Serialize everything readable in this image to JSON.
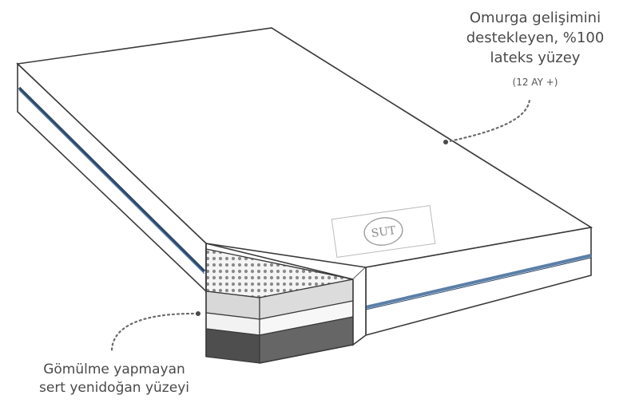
{
  "callouts": {
    "top": {
      "line1": "Omurga gelişimini",
      "line2": "destekleyen, %100",
      "line3": "lateks yüzey",
      "note": "(12 AY +)"
    },
    "bottom": {
      "line1": "Gömülme yapmayan",
      "line2": "sert yenidoğan yüzeyi"
    }
  },
  "logo": {
    "text": "SUT"
  },
  "colors": {
    "stripe": "#5b7fa8",
    "stripe_dark": "#2f4a6a",
    "outline": "#3a3a3a",
    "dots": "#8a8a8a",
    "foam_top": "#d8d8d8",
    "foam_bottom": "#5a5a5a"
  }
}
